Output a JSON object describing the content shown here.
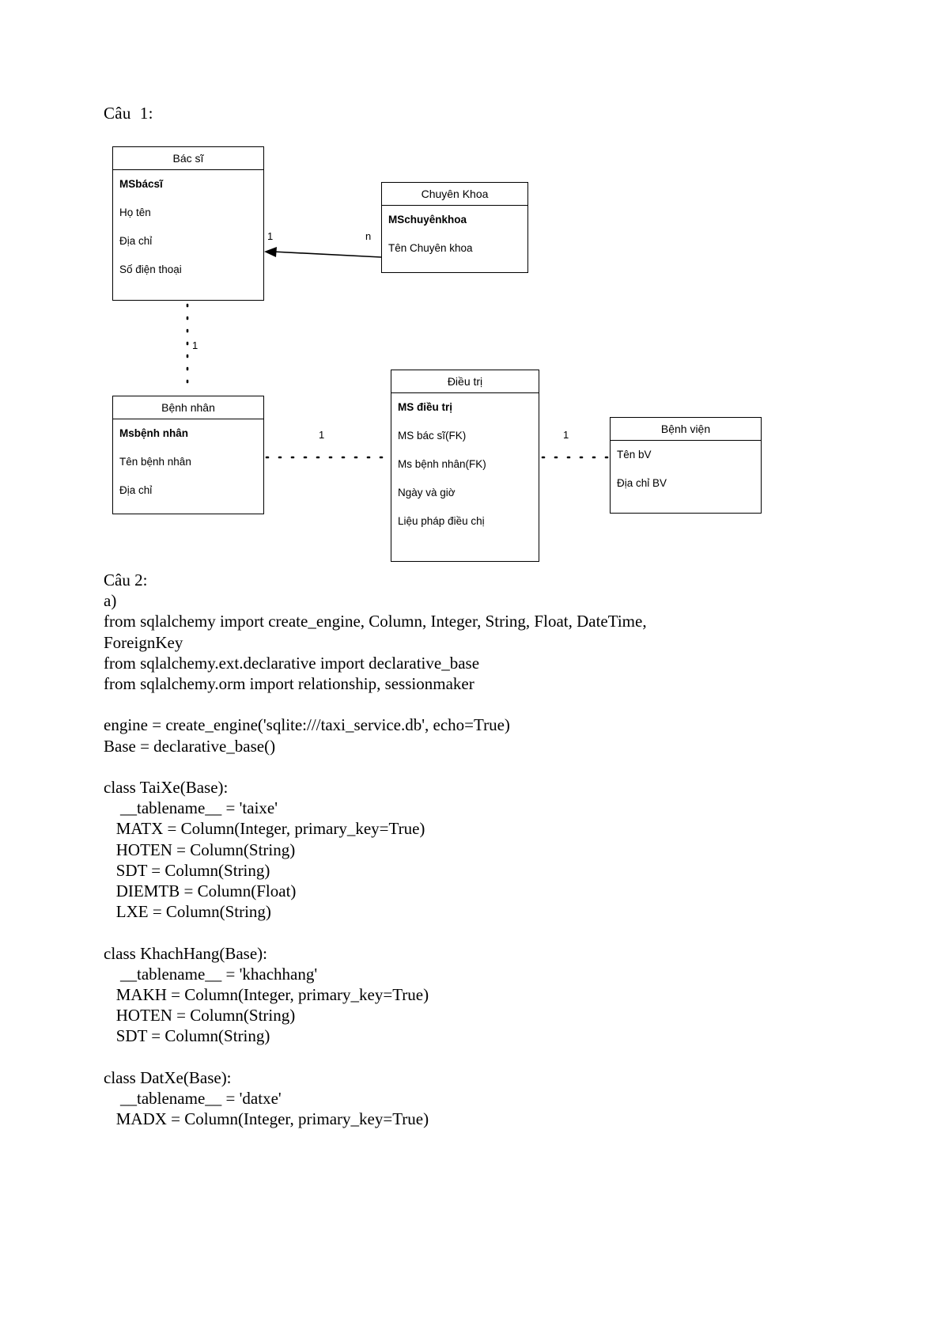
{
  "document": {
    "cau1_heading": "Câu  1:",
    "diagram": {
      "entities": [
        {
          "id": "bacsi",
          "title": "Bác sĩ",
          "attributes": [
            {
              "text": "MSbácsĩ",
              "pk": true
            },
            {
              "text": "Họ tên",
              "pk": false
            },
            {
              "text": "Địa chỉ",
              "pk": false
            },
            {
              "text": "Số điện thoại",
              "pk": false
            }
          ]
        },
        {
          "id": "chuyenkhoa",
          "title": "Chuyên Khoa",
          "attributes": [
            {
              "text": "MSchuyênkhoa",
              "pk": true
            },
            {
              "text": "Tên Chuyên khoa",
              "pk": false
            }
          ]
        },
        {
          "id": "benhnhan",
          "title": "Bệnh nhân",
          "attributes": [
            {
              "text": "Msbệnh nhân",
              "pk": true
            },
            {
              "text": "Tên bệnh nhân",
              "pk": false
            },
            {
              "text": "Địa chỉ",
              "pk": false
            }
          ]
        },
        {
          "id": "dieutri",
          "title": "Điều trị",
          "attributes": [
            {
              "text": "MS điều trị",
              "pk": true
            },
            {
              "text": "MS bác sĩ(FK)",
              "pk": false
            },
            {
              "text": "Ms bệnh nhân(FK)",
              "pk": false
            },
            {
              "text": "Ngày và giờ",
              "pk": false
            },
            {
              "text": "Liệu pháp điều chị",
              "pk": false
            }
          ]
        },
        {
          "id": "benhvien",
          "title": "Bệnh viện",
          "attributes": [
            {
              "text": "Tên bV",
              "pk": false
            },
            {
              "text": "Địa chỉ BV",
              "pk": false
            }
          ]
        }
      ],
      "cardinalities": {
        "bacsi_to_chuyenkhoa_left": "1",
        "bacsi_to_chuyenkhoa_right": "n",
        "bacsi_to_benhnhan_vertical": "1",
        "benhnhan_to_dieutri": "1",
        "dieutri_to_benhvien": "1"
      }
    },
    "body_lines": [
      "Câu 2:",
      "a)",
      "from sqlalchemy import create_engine, Column, Integer, String, Float, DateTime,",
      "ForeignKey",
      "from sqlalchemy.ext.declarative import declarative_base",
      "from sqlalchemy.orm import relationship, sessionmaker",
      "",
      "engine = create_engine('sqlite:///taxi_service.db', echo=True)",
      "Base = declarative_base()",
      "",
      "class TaiXe(Base):",
      "    __tablename__ = 'taixe'",
      "   MATX = Column(Integer, primary_key=True)",
      "   HOTEN = Column(String)",
      "   SDT = Column(String)",
      "   DIEMTB = Column(Float)",
      "   LXE = Column(String)",
      "",
      "class KhachHang(Base):",
      "    __tablename__ = 'khachhang'",
      "   MAKH = Column(Integer, primary_key=True)",
      "   HOTEN = Column(String)",
      "   SDT = Column(String)",
      "",
      "class DatXe(Base):",
      "    __tablename__ = 'datxe'",
      "   MADX = Column(Integer, primary_key=True)"
    ]
  }
}
